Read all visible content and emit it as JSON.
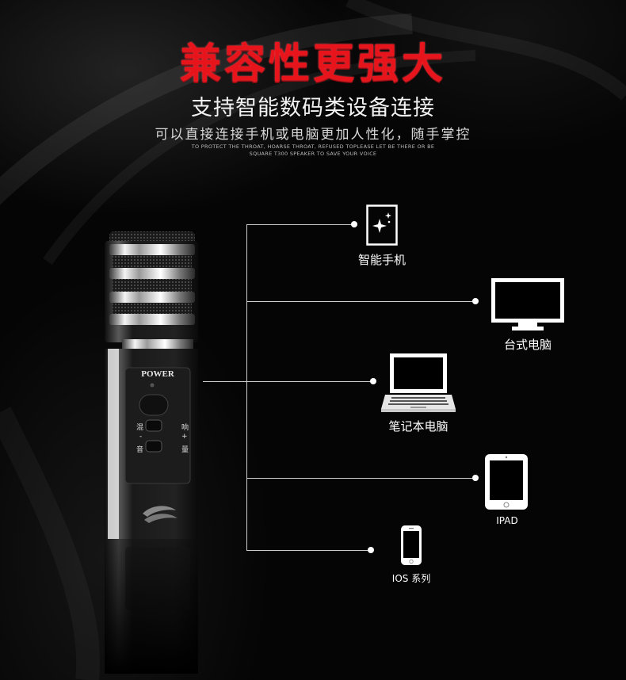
{
  "header": {
    "title": "兼容性更强大",
    "subtitle": "支持智能数码类设备连接",
    "description": "可以直接连接手机或电脑更加人性化，随手掌控",
    "english_line1": "TO PROTECT THE THROAT, HOARSE THROAT, REFUSED TOPLEASE LET BE THERE OR BE",
    "english_line2": "SQUARE T300 SPEAKER TO SAVE YOUR VOICE"
  },
  "mic": {
    "power_label": "POWER",
    "left_top": "混",
    "right_top": "响",
    "left_bottom": "音",
    "right_bottom": "量",
    "minus": "-",
    "plus": "+"
  },
  "devices": [
    {
      "label": "智能手机",
      "icon": "smartphone-icon"
    },
    {
      "label": "台式电脑",
      "icon": "desktop-monitor-icon"
    },
    {
      "label": "笔记本电脑",
      "icon": "laptop-icon"
    },
    {
      "label": "IPAD",
      "icon": "tablet-icon"
    },
    {
      "label": "IOS 系列",
      "icon": "iphone-icon"
    }
  ],
  "colors": {
    "title_red": "#e8141c",
    "background": "#050505",
    "line": "#cfcfcf"
  }
}
